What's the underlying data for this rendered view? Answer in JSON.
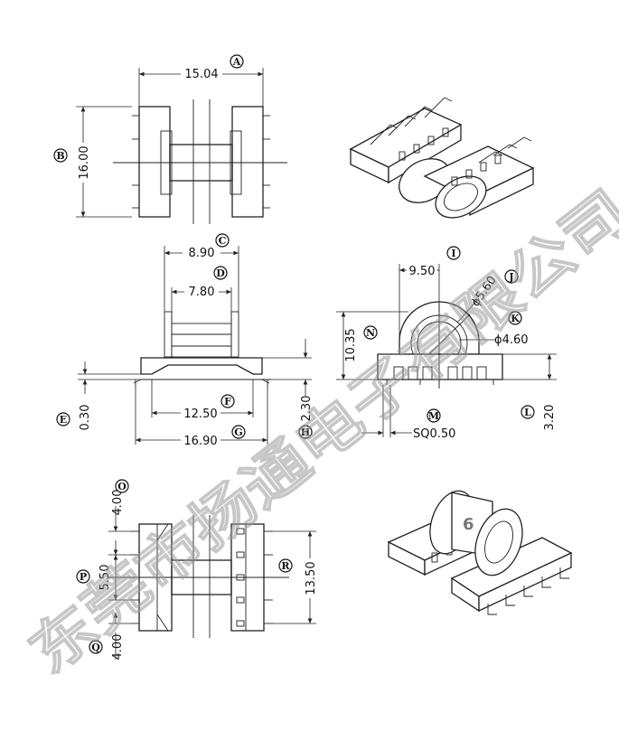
{
  "dimensions": {
    "A": "15.04",
    "B": "16.00",
    "C": "8.90",
    "D": "7.80",
    "E": "0.30",
    "F": "12.50",
    "G": "16.90",
    "H": "2.30",
    "I": "9.50",
    "J": "ϕ5.60",
    "K": "ϕ4.60",
    "L": "3.20",
    "M": "SQ0.50",
    "N": "10.35",
    "O": "4.00",
    "P": "5.50",
    "Q": "4.00",
    "R": "13.50"
  },
  "labels": [
    "A",
    "B",
    "C",
    "D",
    "E",
    "F",
    "G",
    "H",
    "I",
    "J",
    "K",
    "L",
    "M",
    "N",
    "O",
    "P",
    "Q",
    "R"
  ],
  "watermark": "东莞市扬通电子有限公司",
  "badge": "6"
}
